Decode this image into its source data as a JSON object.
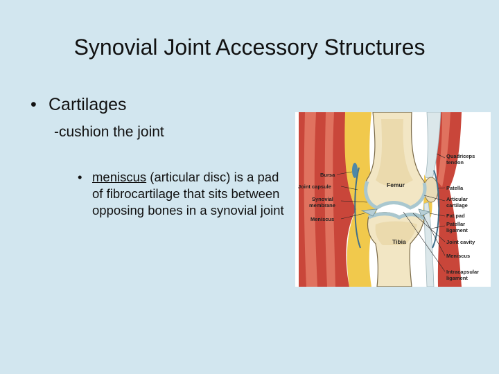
{
  "slide": {
    "title": "Synovial Joint Accessory Structures",
    "bullet_1": "Cartilages",
    "sub_point": "-cushion the joint",
    "bullet_2_term": "meniscus",
    "bullet_2_text": " (articular disc) is a pad of fibrocartilage that sits between opposing bones in a synovial joint",
    "bullet_glyph": "•"
  },
  "figure": {
    "labels_left": [
      "Bursa",
      "Joint capsule",
      "Synovial",
      "membrane",
      "Meniscus"
    ],
    "labels_right": [
      "Quadriceps",
      "tendon",
      "Patella",
      "Articular",
      "cartilage",
      "Fat pad",
      "Patellar",
      "ligament",
      "Joint cavity",
      "Meniscus",
      "Intracapsular",
      "ligament"
    ],
    "bone_labels": {
      "femur": "Femur",
      "tibia": "Tibia"
    },
    "colors": {
      "muscle": "#c9463a",
      "muscle_light": "#e0725f",
      "bone": "#f2e6c4",
      "marrow": "#e8d7a8",
      "cartilage": "#a9c7cf",
      "fat": "#f1c94c",
      "tendon": "#dbe7ea",
      "background": "#d2e6ef"
    }
  }
}
